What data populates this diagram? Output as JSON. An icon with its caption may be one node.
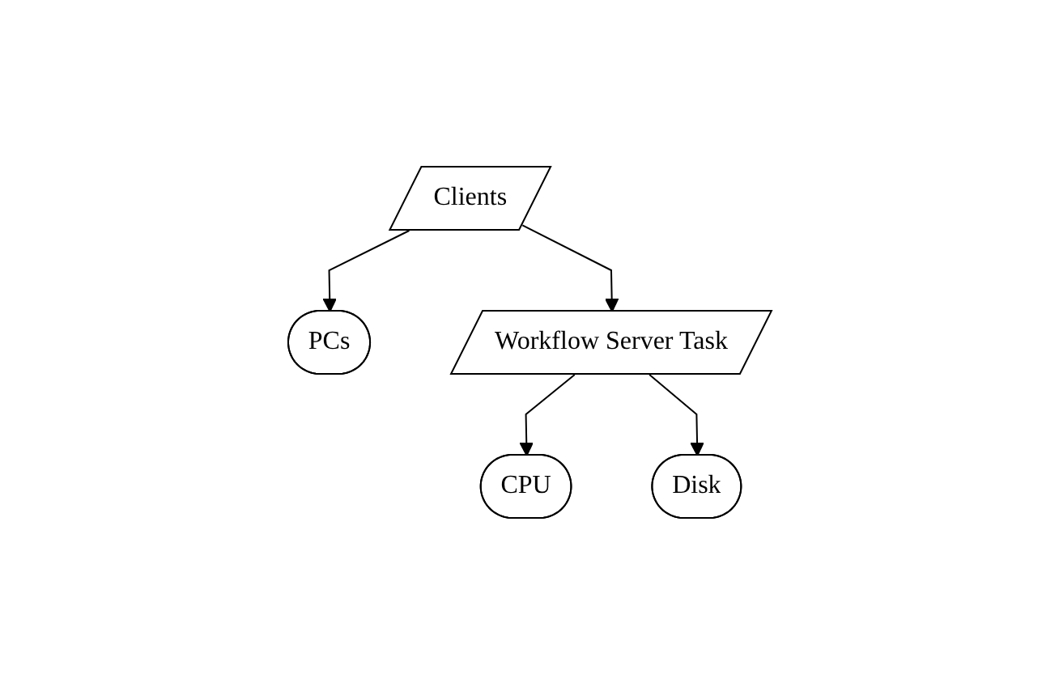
{
  "diagram": {
    "nodes": [
      {
        "text": [
          "Clients"
        ]
      },
      {
        "text": [
          "PCs"
        ]
      },
      {
        "text": [
          "Workflow Server Task"
        ]
      },
      {
        "text": [
          "CPU"
        ]
      },
      {
        "text": [
          "Disk"
        ]
      }
    ],
    "edges": [
      {
        "from": 0,
        "to": 1,
        "arrow": "to"
      },
      {
        "from": 0,
        "to": 2,
        "arrow": "to"
      },
      {
        "from": 2,
        "to": 3,
        "arrow": "to"
      },
      {
        "from": 2,
        "to": 4,
        "arrow": "to"
      }
    ]
  }
}
